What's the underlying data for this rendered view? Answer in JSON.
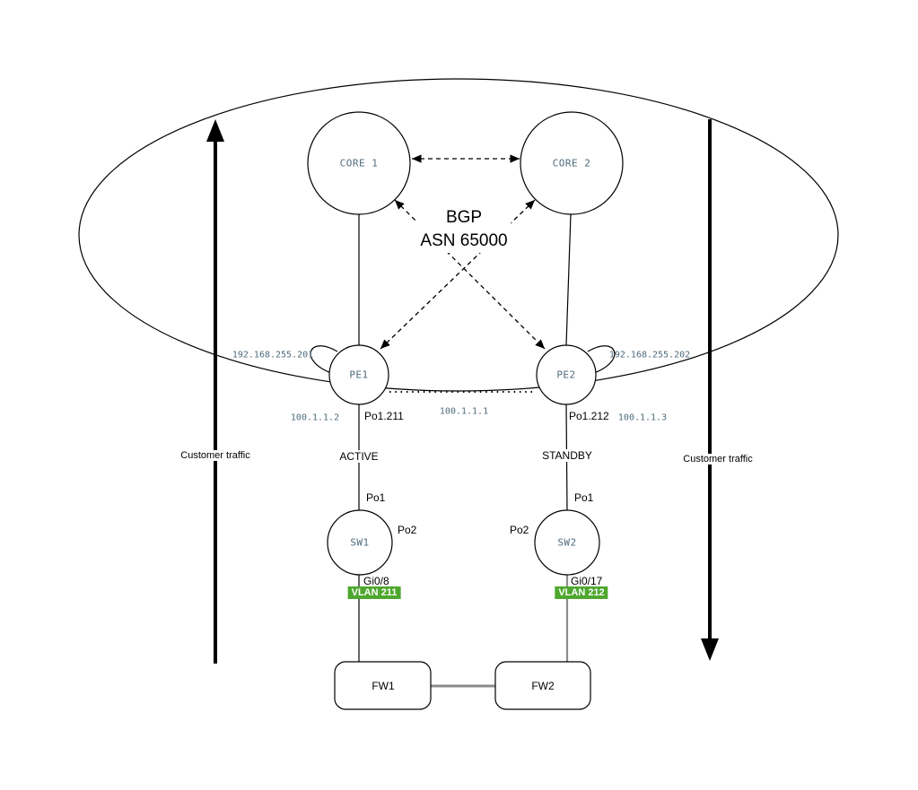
{
  "diagram": {
    "title_line1": "BGP",
    "title_line2": "ASN 65000",
    "nodes": {
      "core1": {
        "label": "CORE 1"
      },
      "core2": {
        "label": "CORE 2"
      },
      "pe1": {
        "label": "PE1",
        "loopback_ip": "192.168.255.201",
        "interface_ip": "100.1.1.2",
        "subinterface": "Po1.211",
        "role": "ACTIVE"
      },
      "pe2": {
        "label": "PE2",
        "loopback_ip": "192.168.255.202",
        "interface_ip": "100.1.1.3",
        "subinterface": "Po1.212",
        "role": "STANDBY"
      },
      "sw1": {
        "label": "SW1",
        "uplink_port": "Po1",
        "peer_port": "Po2",
        "downlink_port": "Gi0/8",
        "vlan": "VLAN 211"
      },
      "sw2": {
        "label": "SW2",
        "uplink_port": "Po1",
        "peer_port": "Po2",
        "downlink_port": "Gi0/17",
        "vlan": "VLAN 212"
      },
      "fw1": {
        "label": "FW1"
      },
      "fw2": {
        "label": "FW2"
      }
    },
    "links": {
      "pe_interlink_ip": "100.1.1.1"
    },
    "annotations": {
      "customer_traffic_left": "Customer traffic",
      "customer_traffic_right": "Customer traffic"
    },
    "colors": {
      "line": "#000000",
      "gray_link": "#8c8c8c",
      "node_text": "#4d6b7c",
      "vlan_badge_bg": "#4ea72e",
      "vlan_badge_text": "#ffffff"
    }
  }
}
